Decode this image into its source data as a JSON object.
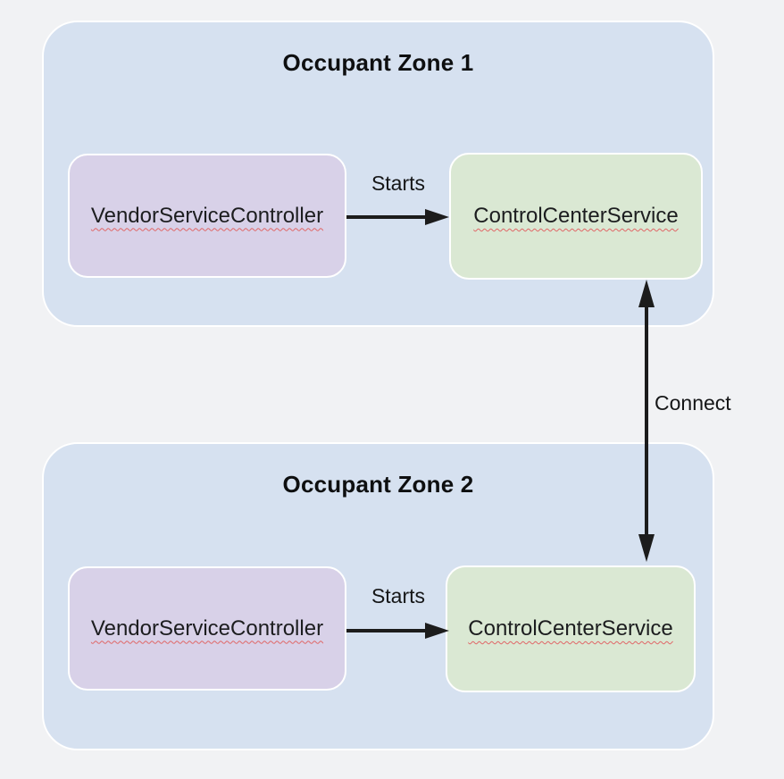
{
  "diagram": {
    "zones": [
      {
        "title": "Occupant Zone 1",
        "controller": {
          "label": "VendorServiceController"
        },
        "service": {
          "label": "ControlCenterService"
        },
        "edge": {
          "label": "Starts"
        }
      },
      {
        "title": "Occupant Zone 2",
        "controller": {
          "label": "VendorServiceController"
        },
        "service": {
          "label": "ControlCenterService"
        },
        "edge": {
          "label": "Starts"
        }
      }
    ],
    "connector": {
      "label": "Connect"
    },
    "colors": {
      "page_background": "#f1f2f4",
      "zone_fill": "#d6e1f0",
      "controller_fill": "#d8d1e8",
      "service_fill": "#dae8d3",
      "box_border": "#ffffff",
      "arrow": "#1c1c1c",
      "text": "#1c1d1f",
      "spellcheck_underline": "#e06666"
    }
  }
}
